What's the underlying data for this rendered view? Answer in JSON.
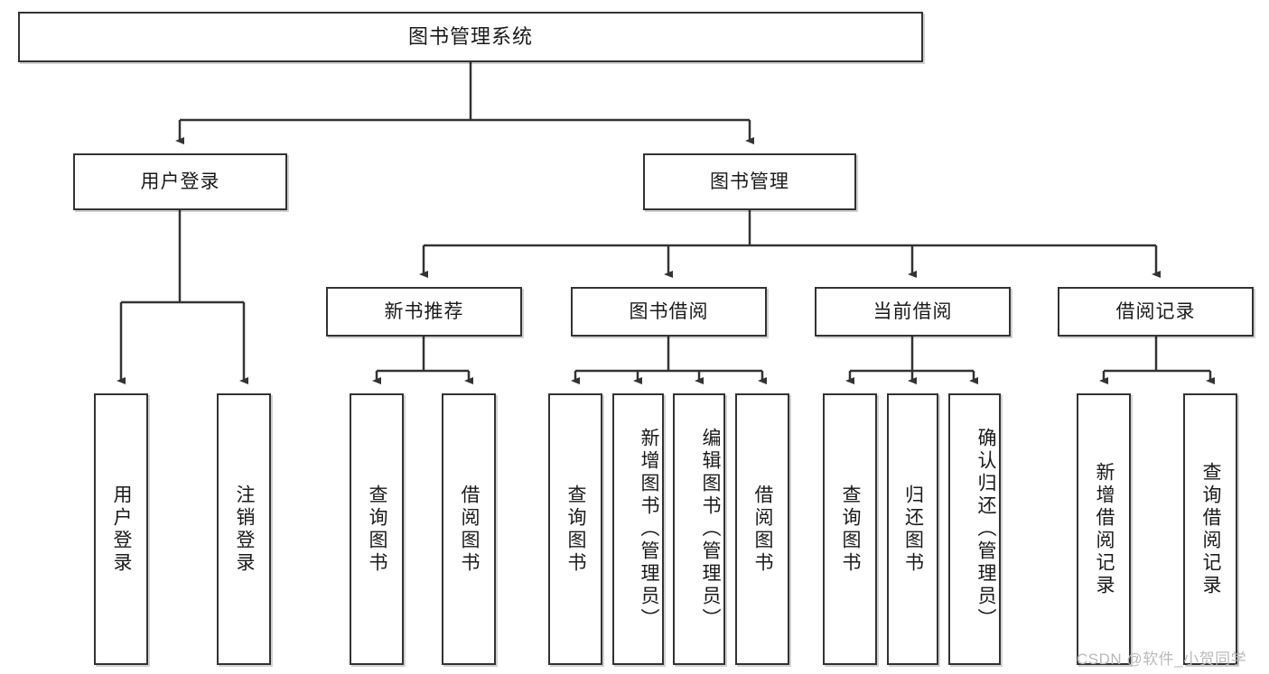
{
  "diagram": {
    "type": "tree-hierarchy",
    "title": "图书管理系统",
    "root": {
      "label": "图书管理系统"
    },
    "level2": [
      {
        "label": "用户登录"
      },
      {
        "label": "图书管理"
      }
    ],
    "level3": [
      {
        "label": "新书推荐"
      },
      {
        "label": "图书借阅"
      },
      {
        "label": "当前借阅"
      },
      {
        "label": "借阅记录"
      }
    ],
    "leaves": {
      "user_login": [
        {
          "label": "用户登录"
        },
        {
          "label": "注销登录"
        }
      ],
      "new_book_recommend": [
        {
          "label": "查询图书"
        },
        {
          "label": "借阅图书"
        }
      ],
      "book_borrow": [
        {
          "label": "查询图书"
        },
        {
          "label": "新增图书（管理员）"
        },
        {
          "label": "编辑图书（管理员）"
        },
        {
          "label": "借阅图书"
        }
      ],
      "current_borrow": [
        {
          "label": "查询图书"
        },
        {
          "label": "归还图书"
        },
        {
          "label": "确认归还（管理员）"
        }
      ],
      "borrow_record": [
        {
          "label": "新增借阅记录"
        },
        {
          "label": "查询借阅记录"
        }
      ]
    }
  },
  "watermark": {
    "text": "CSDN @软件_小贺同学"
  },
  "colors": {
    "stroke": "#333333",
    "box_fill": "#ffffff",
    "text": "#1a1a1a",
    "watermark": "#b9b9b9"
  }
}
